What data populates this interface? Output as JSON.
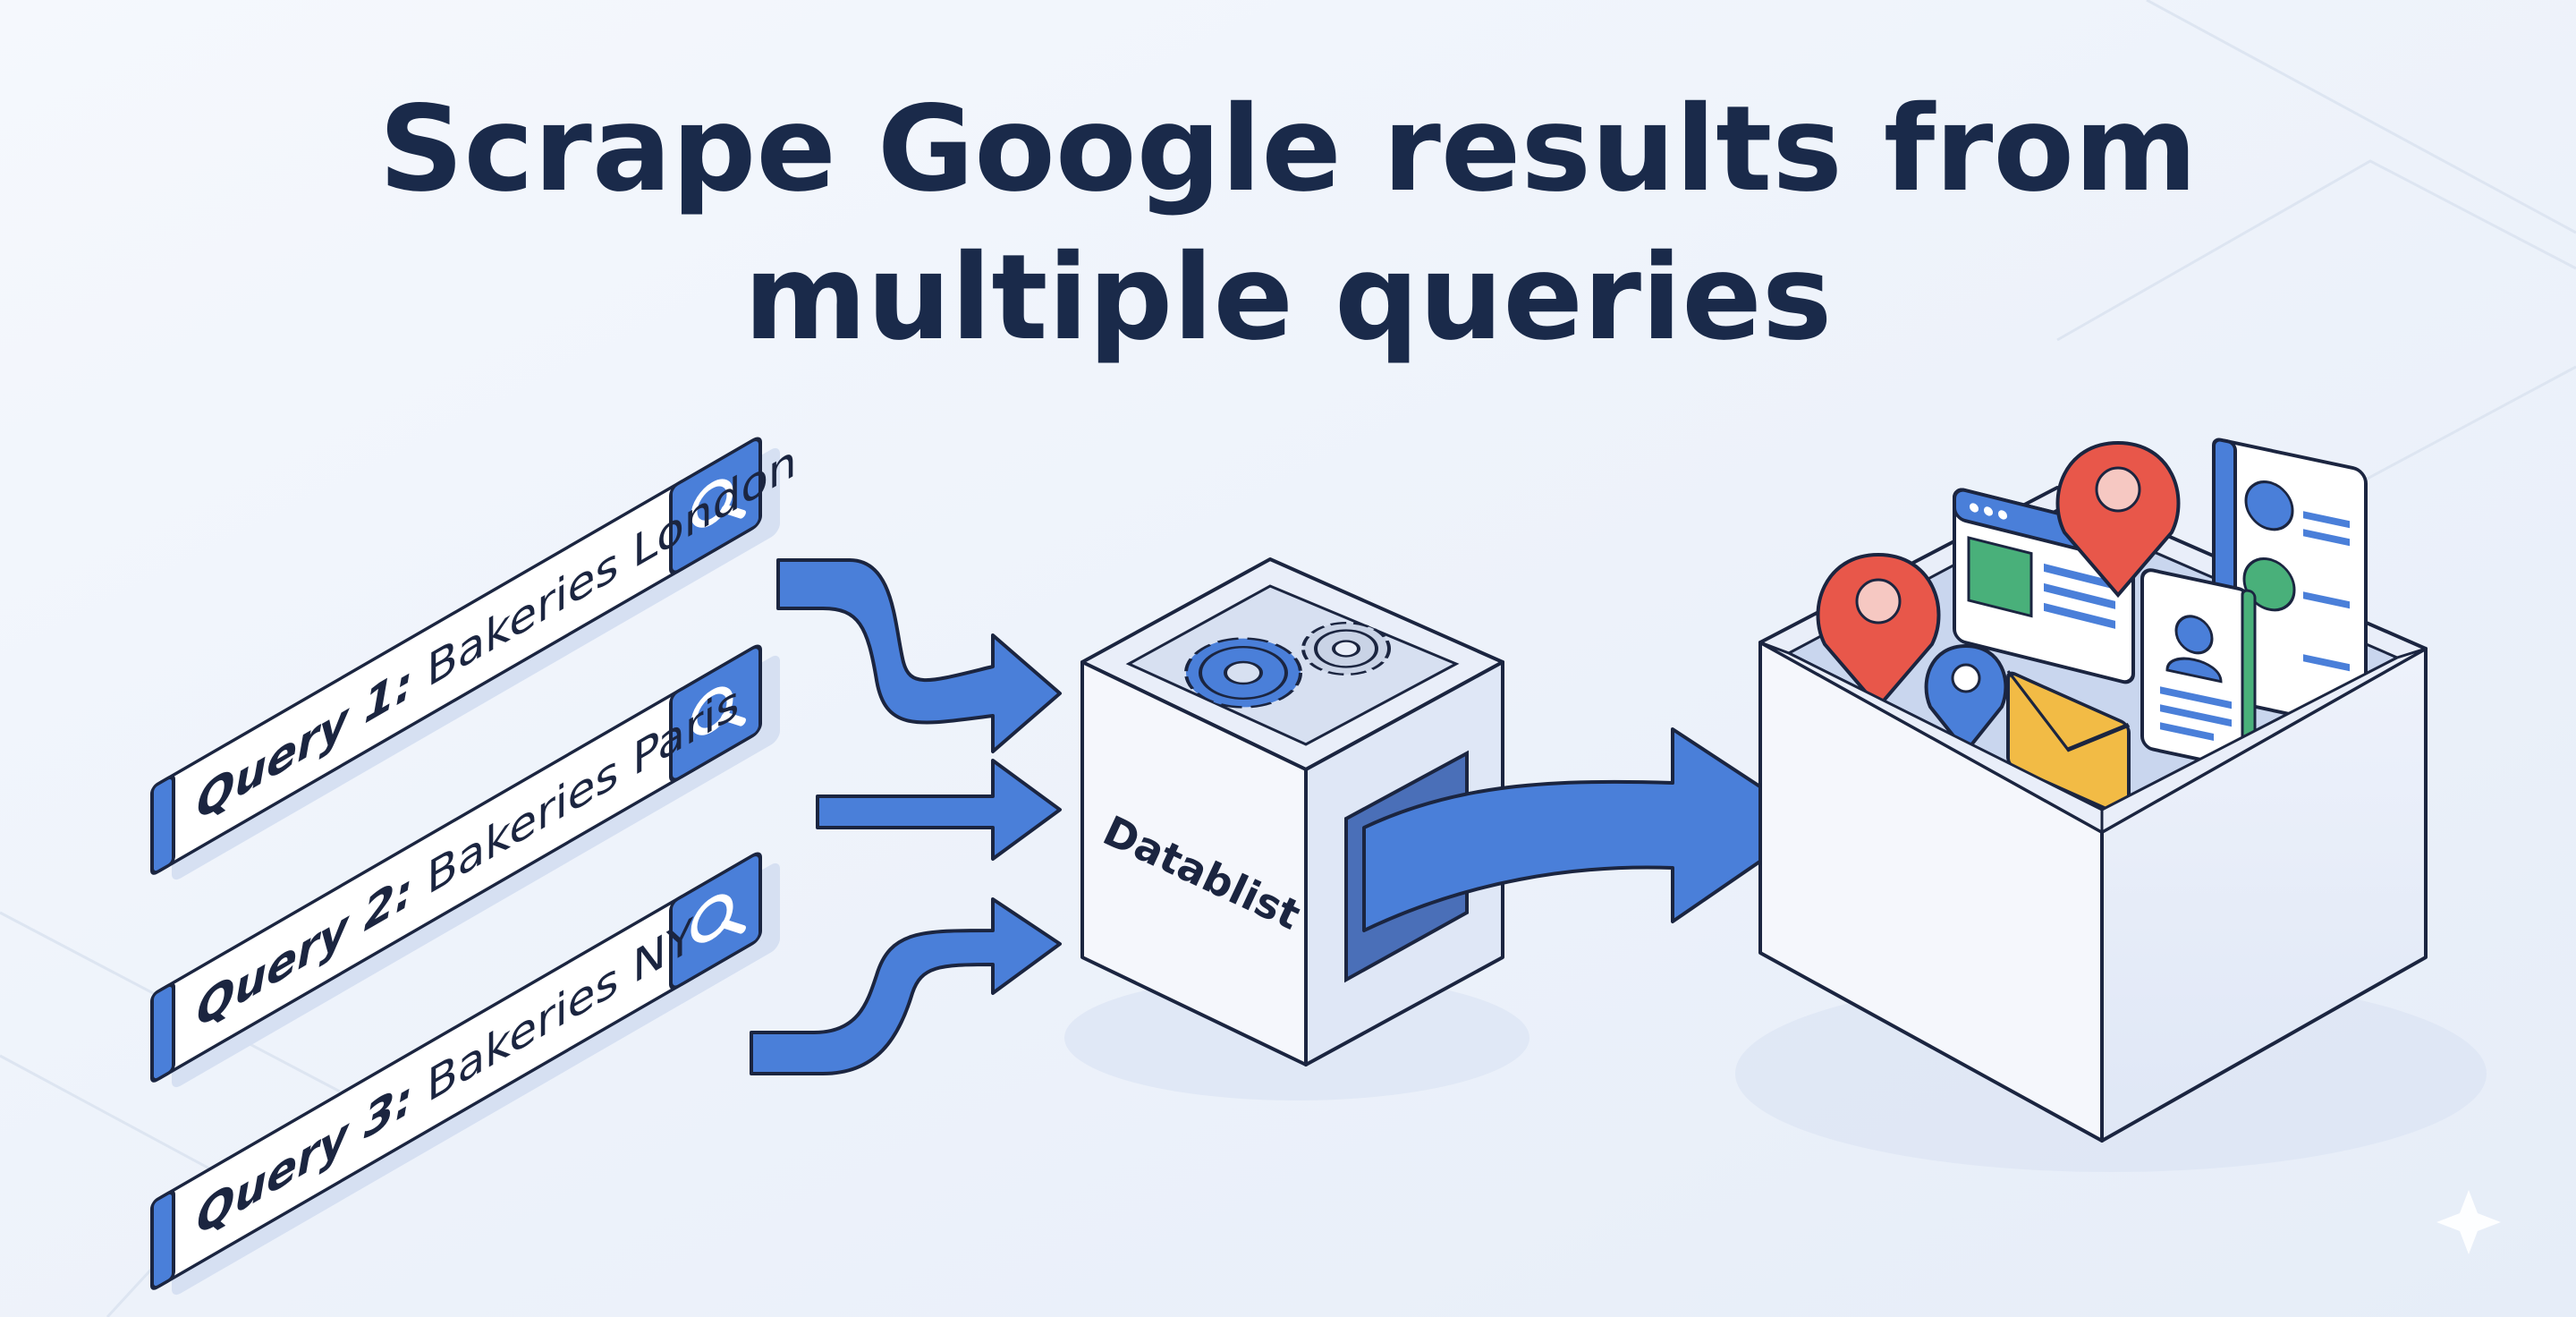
{
  "title": {
    "line1": "Scrape Google results from",
    "line2": "multiple queries"
  },
  "queries": [
    {
      "label": "Query 1:",
      "text": "Bakeries London"
    },
    {
      "label": "Query 2:",
      "text": "Bakeries Paris"
    },
    {
      "label": "Query 3:",
      "text": "Bakeries NY"
    }
  ],
  "processor": {
    "label": "Datablist",
    "icon": "gears-icon"
  },
  "output": {
    "icons": [
      "map-pin-icon",
      "browser-window-icon",
      "contact-card-icon",
      "email-envelope-icon"
    ]
  },
  "colors": {
    "background": "#f1f5fb",
    "title": "#1a2a4a",
    "accent_blue": "#4a7fd9",
    "pin_red": "#e8574a",
    "envelope_yellow": "#f2bb45",
    "card_green": "#49b07a"
  }
}
